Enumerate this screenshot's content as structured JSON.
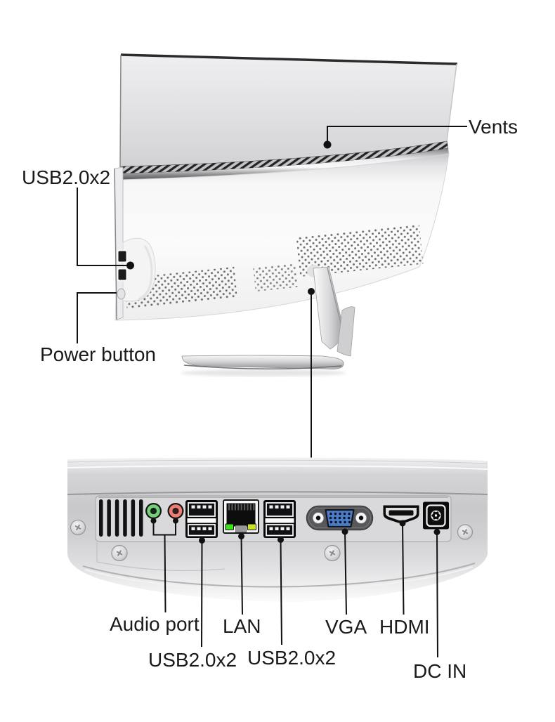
{
  "figure_top": {
    "callouts": {
      "vents": {
        "label": "Vents"
      },
      "side_usb": {
        "label": "USB2.0x2"
      },
      "power_button": {
        "label": "Power button"
      }
    },
    "icons": [
      "vent-grille",
      "side-usb-ports",
      "power-button",
      "monitor-stand"
    ]
  },
  "figure_bottom": {
    "callouts": {
      "audio_port": {
        "label": "Audio port"
      },
      "usb_group1": {
        "label": "USB2.0x2"
      },
      "lan": {
        "label": "LAN"
      },
      "usb_group2": {
        "label": "USB2.0x2"
      },
      "vga": {
        "label": "VGA"
      },
      "hdmi": {
        "label": "HDMI"
      },
      "dc_in": {
        "label": "DC IN"
      }
    },
    "icons": [
      "speaker-grille",
      "audio-out-jack",
      "audio-in-jack",
      "usb2-ports-x2",
      "lan-port",
      "usb2-ports-x2",
      "vga-port",
      "hdmi-port",
      "dc-in-port"
    ]
  },
  "colors": {
    "audio_out": "#72d077",
    "audio_in": "#ee7e72",
    "vga_blue": "#4a7cc7",
    "led_green": "#3fe01f",
    "led_yellow": "#cfe02a",
    "callout_line": "#111111",
    "label_text": "#1a1a1a"
  }
}
